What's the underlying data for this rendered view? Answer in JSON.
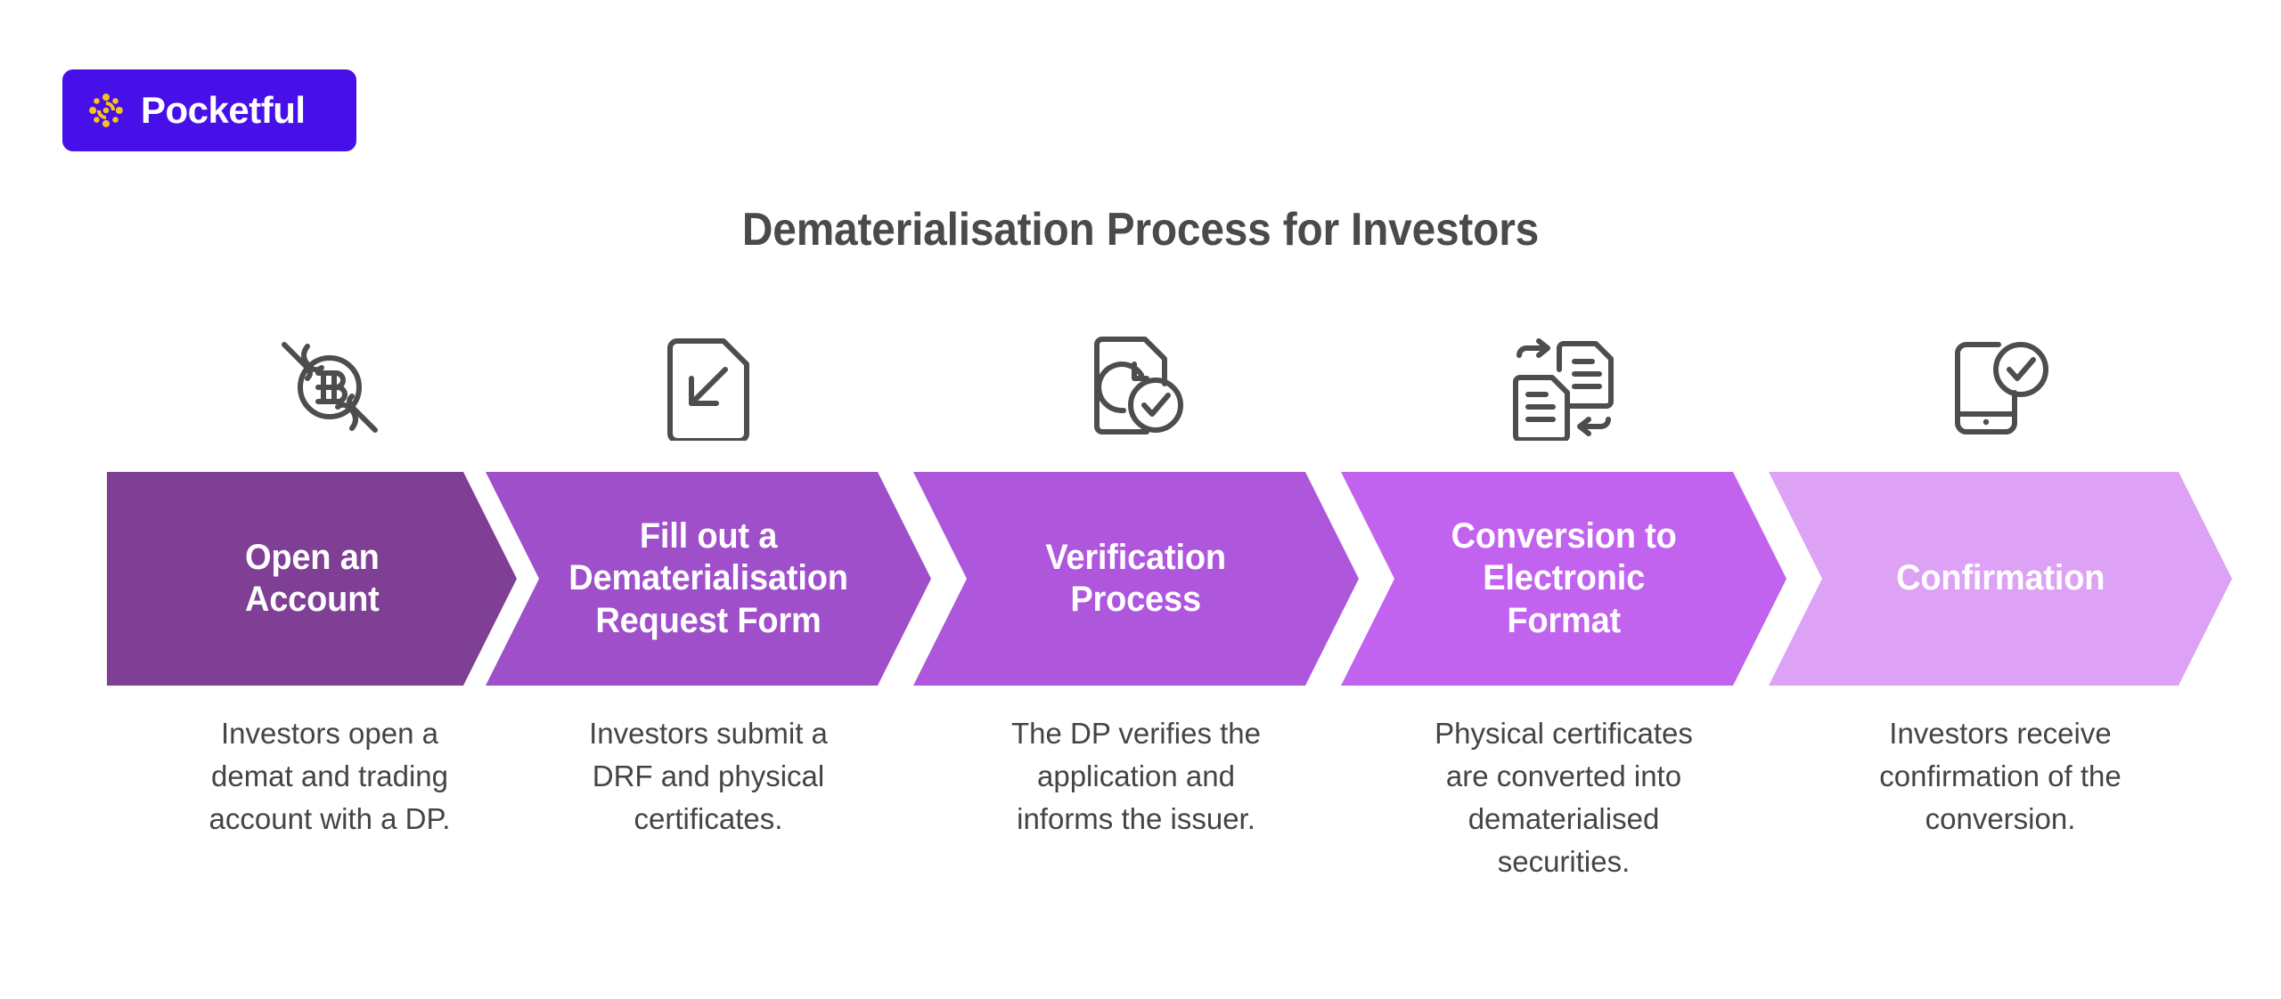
{
  "brand": {
    "name": "Pocketful",
    "badge_color": "#4710E8",
    "mark_color": "#F5C518",
    "mark_icon": "sparkle-burst-icon"
  },
  "title": "Dematerialisation Process for Investors",
  "title_color": "#4a4a4a",
  "caption_color": "#444444",
  "icon_color": "#4d4d4d",
  "background": "#ffffff",
  "steps": [
    {
      "index": 1,
      "label": "Open an\nAccount",
      "caption": "Investors open a\ndemat and trading\naccount with a DP.",
      "color": "#7E3F94",
      "icon": "hand-holding-bitcoin-coin-icon"
    },
    {
      "index": 2,
      "label": "Fill out a\nDematerialisation\nRequest Form",
      "caption": "Investors submit a\nDRF and physical\ncertificates.",
      "color": "#9F4FC9",
      "icon": "document-download-arrow-icon"
    },
    {
      "index": 3,
      "label": "Verification\nProcess",
      "caption": "The DP verifies the\napplication and\ninforms the issuer.",
      "color": "#AE57DD",
      "icon": "document-clock-check-icon"
    },
    {
      "index": 4,
      "label": "Conversion to\nElectronic\nFormat",
      "caption": "Physical certificates\nare converted into\ndematerialised\nsecurities.",
      "color": "#C263F0",
      "icon": "documents-exchange-arrows-icon"
    },
    {
      "index": 5,
      "label": "Confirmation",
      "caption": "Investors receive\nconfirmation of the\nconversion.",
      "color": "#DDA2F6",
      "icon": "mobile-phone-check-icon"
    }
  ]
}
